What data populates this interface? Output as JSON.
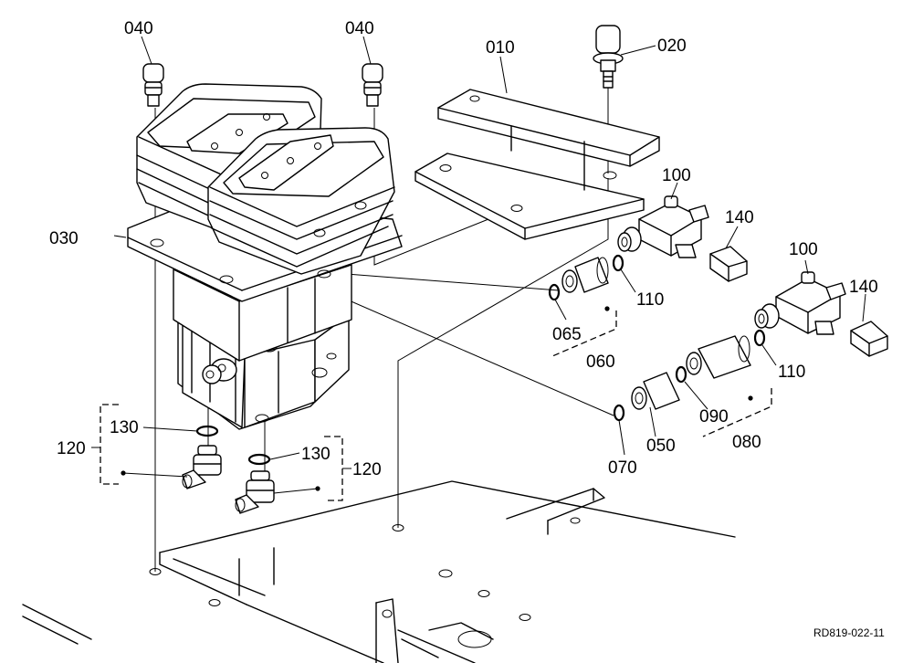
{
  "parts": {
    "p010": "010",
    "p020": "020",
    "p030": "030",
    "p040a": "040",
    "p040b": "040",
    "p050": "050",
    "p060": "060",
    "p065": "065",
    "p070": "070",
    "p080": "080",
    "p090": "090",
    "p100a": "100",
    "p100b": "100",
    "p110a": "110",
    "p110b": "110",
    "p120a": "120",
    "p120b": "120",
    "p130a": "130",
    "p130b": "130",
    "p140a": "140",
    "p140b": "140"
  },
  "drawing_code": "RD819-022-11"
}
